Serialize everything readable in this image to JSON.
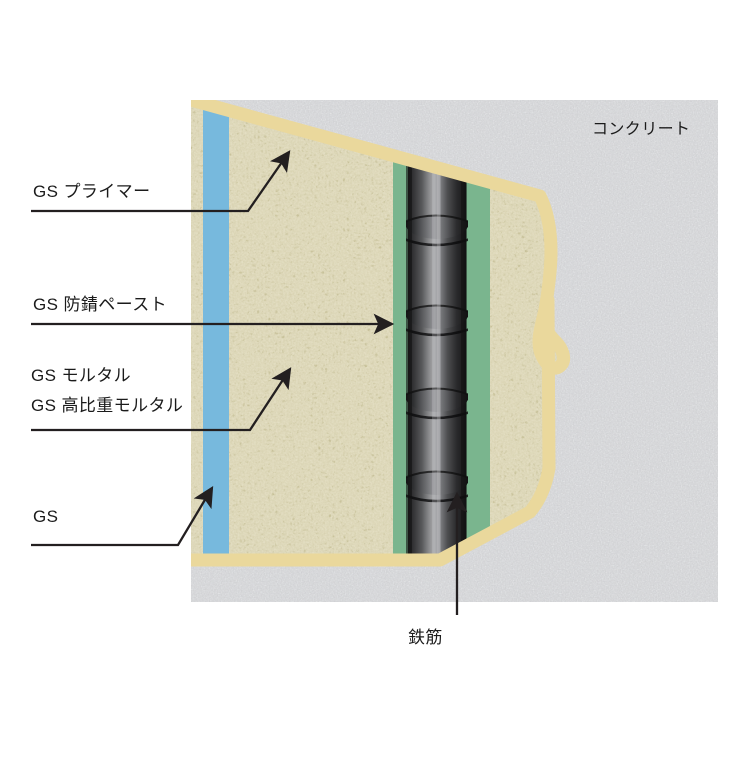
{
  "diagram": {
    "title_visible": false,
    "type": "cross-section-illustration",
    "description": "Cutaway cross-section of a concrete repair system showing layered coatings over rebar",
    "labels": {
      "primer": "GS プライマー",
      "rust_paste": "GS 防錆ペースト",
      "mortar": "GS モルタル",
      "mortar_heavy": "GS 高比重モルタル",
      "gs": "GS",
      "concrete": "コンクリート",
      "rebar": "鉄筋"
    },
    "colors": {
      "gs_blue": "#7cbcdf",
      "primer_yellow": "#ead89c",
      "paste_green": "#7fb892",
      "mortar_cream": "#f2ecd9",
      "concrete_gray": "#d2d3d4",
      "rebar_dark": "#3b3b3c",
      "leader_line": "#231f20",
      "text": "#1b1b1b"
    },
    "layers": [
      {
        "name": "GS",
        "color_key": "gs_blue",
        "position": "outermost-left"
      },
      {
        "name": "GS モルタル / GS 高比重モルタル",
        "color_key": "mortar_cream",
        "position": "second"
      },
      {
        "name": "GS プライマー",
        "color_key": "primer_yellow",
        "position": "boundary-line"
      },
      {
        "name": "GS 防錆ペースト",
        "color_key": "paste_green",
        "position": "around-rebar"
      },
      {
        "name": "鉄筋",
        "color_key": "rebar_dark",
        "position": "center"
      },
      {
        "name": "コンクリート",
        "color_key": "concrete_gray",
        "position": "background"
      }
    ]
  }
}
